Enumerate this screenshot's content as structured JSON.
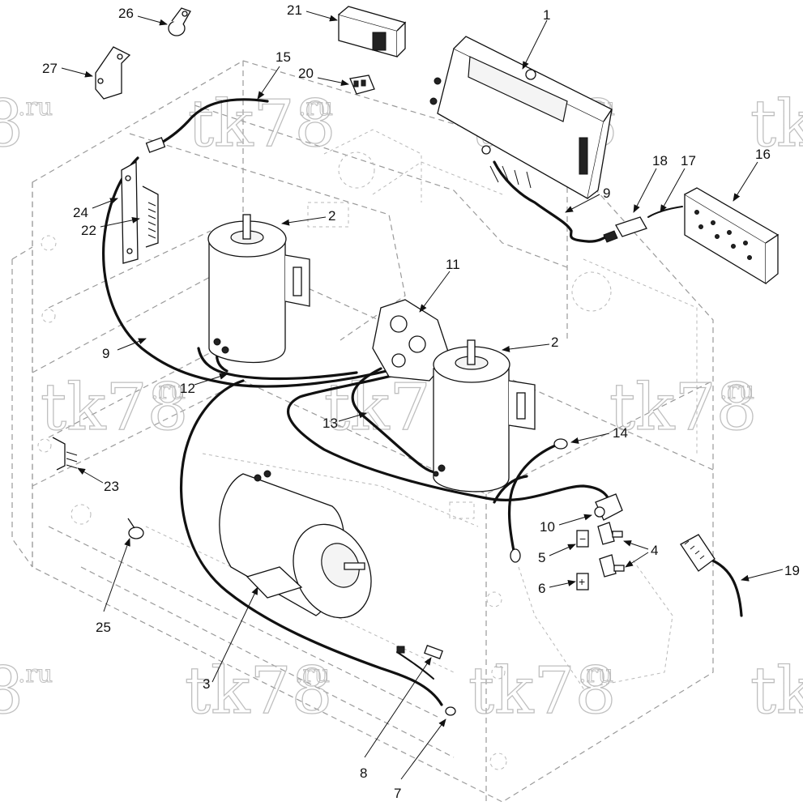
{
  "watermark": {
    "main": "tk78",
    "sup": ".ru",
    "clipped_main": "8",
    "clipped_sup": ".ru"
  },
  "callouts": {
    "c1": "1",
    "c2a": "2",
    "c2b": "2",
    "c3": "3",
    "c4": "4",
    "c5": "5",
    "c6": "6",
    "c7": "7",
    "c8": "8",
    "c9a": "9",
    "c9b": "9",
    "c10": "10",
    "c11": "11",
    "c12": "12",
    "c13": "13",
    "c14": "14",
    "c15": "15",
    "c16": "16",
    "c17": "17",
    "c18": "18",
    "c19": "19",
    "c20": "20",
    "c21": "21",
    "c22": "22",
    "c23": "23",
    "c24": "24",
    "c25": "25",
    "c26": "26",
    "c27": "27"
  },
  "polarity_labels": {
    "negative": "−",
    "positive": "+"
  }
}
